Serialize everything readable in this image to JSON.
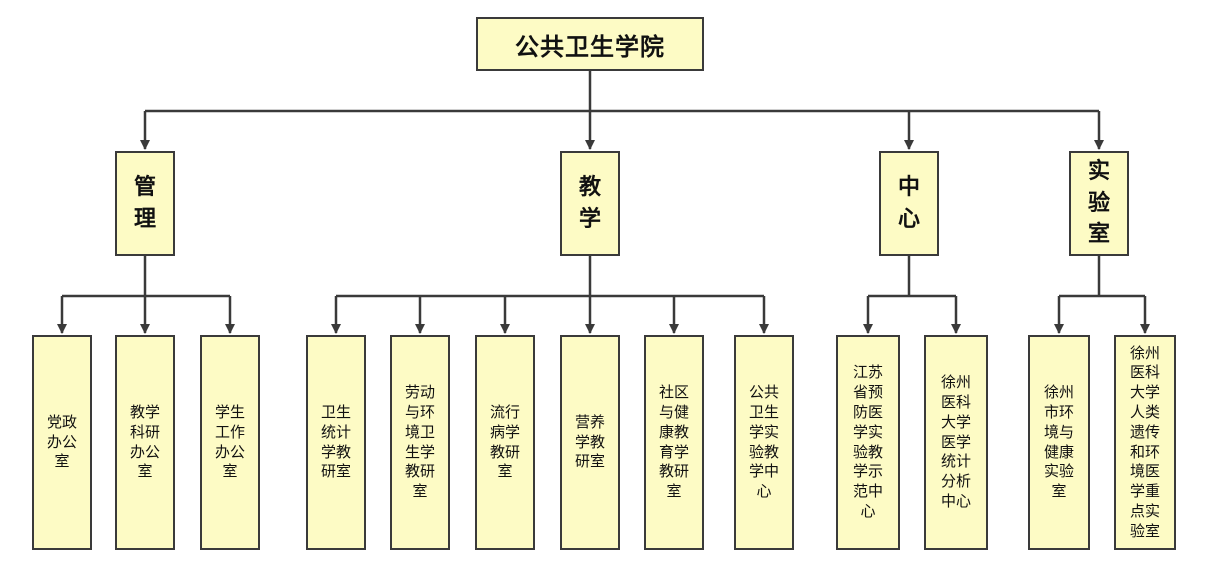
{
  "root": {
    "label": "公共卫生学院"
  },
  "groups": [
    {
      "label": "管\n理",
      "children": [
        "党政\n办公\n室",
        "教学\n科研\n办公\n室",
        "学生\n工作\n办公\n室"
      ]
    },
    {
      "label": "教\n学",
      "children": [
        "卫生\n统计\n学教\n研室",
        "劳动\n与环\n境卫\n生学\n教研\n室",
        "流行\n病学\n教研\n室",
        "营养\n学教\n研室",
        "社区\n与健\n康教\n育学\n教研\n室",
        "公共\n卫生\n学实\n验教\n学中\n心"
      ]
    },
    {
      "label": "中\n心",
      "children": [
        "江苏\n省预\n防医\n学实\n验教\n学示\n范中\n心",
        "徐州\n医科\n大学\n医学\n统计\n分析\n中心"
      ]
    },
    {
      "label": "实\n验\n室",
      "children": [
        "徐州\n市环\n境与\n健康\n实验\n室",
        "徐州\n医科\n大学\n人类\n遗传\n和环\n境医\n学重\n点实\n验室"
      ]
    }
  ],
  "colors": {
    "box_fill": "#fdfbc5",
    "box_border": "#3a3a3a",
    "connector": "#3a3a3a"
  }
}
